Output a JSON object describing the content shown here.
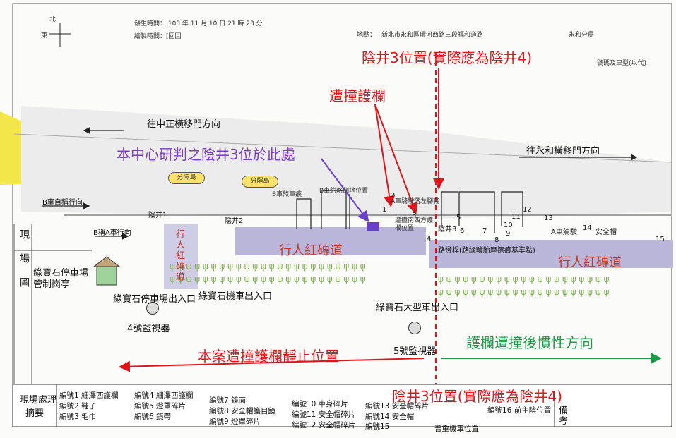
{
  "header": {
    "compass_n": "北",
    "compass_e": "東",
    "date": "發生時間：  103 年 11 月 10 日 21 時 23 分",
    "record": "繪製時間：[回回",
    "place_label": "地點：",
    "place": "新北市永和區環河西路三段福和道路",
    "right_note1": "永和分局",
    "right_note2": "號碼及車型(以代)"
  },
  "annotations": {
    "manhole_top": "陰井3位置(實際應為陰井4)",
    "guardrail_hit": "遭撞護欄",
    "center_judgement": "本中心研判之陰井3位於此處",
    "guardrail_rest": "本案遭撞護欄靜止位置",
    "inertia_direction": "護欄遭撞後慣性方向",
    "manhole_bottom": "陰井3位置(實際應為陰井4)"
  },
  "map_labels": {
    "to_zhongzheng": "往中正橫移門方向",
    "to_yonghe": "往永和橫移門方向",
    "car_b_route": "B車自稱行向",
    "car_a_route": "B稱A車行向",
    "island1": "分隔島",
    "island2": "分隔島",
    "manhole1": "陰井1",
    "manhole2": "陰井2",
    "red_brick_vertical": "行人紅磚道",
    "b_car_pos": "B車煞車痕",
    "b_car_fall": "B車約略倒地位置",
    "a_car_fall": "A車騎駛落左腳鞋",
    "hit_guard_label": "遭撞南西方護欄位置",
    "manhole3": "陰井3",
    "road_mark": "路燈桿(路緣輪胎摩擦痕基準點)",
    "a_car_helmet": "A車駕駛",
    "helmet": "安全帽",
    "sidewalk_left": "行人紅磚道",
    "sidewalk_right": "行人紅磚道",
    "booth": "綠寶石停車場管制崗亭",
    "parking_exit": "綠寶石停車場出入口",
    "moto_exit": "綠寶石機車出入口",
    "truck_exit": "綠寶石大型車出入口",
    "cam4": "4號監視器",
    "cam5": "5號監視器",
    "side_title": "現場圖"
  },
  "numbers": [
    "1",
    "2",
    "3",
    "4",
    "5",
    "6",
    "7",
    "8",
    "9",
    "10",
    "11",
    "12",
    "13",
    "14",
    "15"
  ],
  "legend": {
    "title1": "現場處理",
    "title2": "摘要",
    "col1": [
      "編號1 細澤西護欄",
      "編號2 鞋子",
      "編號3 毛巾"
    ],
    "col2": [
      "編號4 細澤西護欄",
      "編號5 燈罩碎片",
      "編號6 鏡帶"
    ],
    "col3": [
      "編號7 鏡面",
      "編號8 安全帽護目鏡",
      "編號9 燈罩碎片"
    ],
    "col4": [
      "編號10 車身碎片",
      "編號11 安全帽碎片",
      "編號12 安全帽碎片"
    ],
    "col5": [
      "編號13 安全帽碎片",
      "編號14 安全帽",
      "編號15"
    ],
    "col6": [
      "編號16 前主陰位置"
    ],
    "note": "普重機車位置",
    "remark": "備考"
  },
  "colors": {
    "red": "#e0151b",
    "purple": "#7b3fc4",
    "green": "#1d9a48",
    "sidewalk": "#b8b5d8",
    "yellow": "#f6ea4a"
  }
}
